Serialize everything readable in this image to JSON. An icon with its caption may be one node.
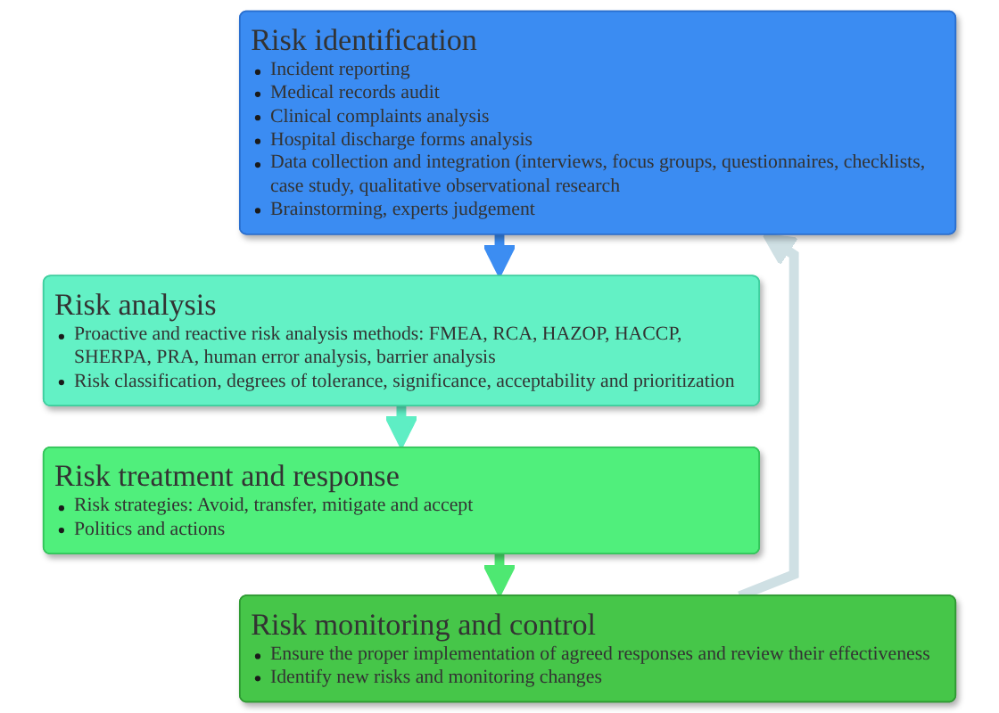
{
  "diagram": {
    "nodes": [
      {
        "text": [
          "Risk identification",
          "Incident reporting",
          "Medical records audit",
          "Clinical complaints analysis",
          "Hospital discharge forms analysis",
          "Data collection and integration (interviews, focus groups, questionnaires, checklists, case study, qualitative observational research",
          "Brainstorming, experts judgement"
        ]
      },
      {
        "text": [
          "Risk analysis",
          "Proactive and reactive risk analysis methods: FMEA, RCA, HAZOP, HACCP, SHERPA, PRA, human error analysis, barrier analysis",
          "Risk classification, degrees of tolerance, significance, acceptability and prioritization"
        ]
      },
      {
        "text": [
          "Risk monitoring and control",
          "Ensure the proper implementation of agreed responses and review their effectiveness",
          "Identify new risks and monitoring changes"
        ]
      },
      {
        "text": [
          "Risk treatment and response",
          "Risk strategies: Avoid, transfer, mitigate and accept",
          "Politics and actions"
        ]
      }
    ],
    "edges": [
      {
        "from": 0,
        "to": 1,
        "arrow": "to",
        "color": "#3c8df2"
      },
      {
        "from": 1,
        "to": 3,
        "arrow": "to",
        "color": "#5eeec4"
      },
      {
        "from": 3,
        "to": 2,
        "arrow": "to",
        "color": "#4ee872"
      },
      {
        "from": 2,
        "to": 0,
        "arrow": "to",
        "color": "#cfe0e4"
      }
    ]
  }
}
